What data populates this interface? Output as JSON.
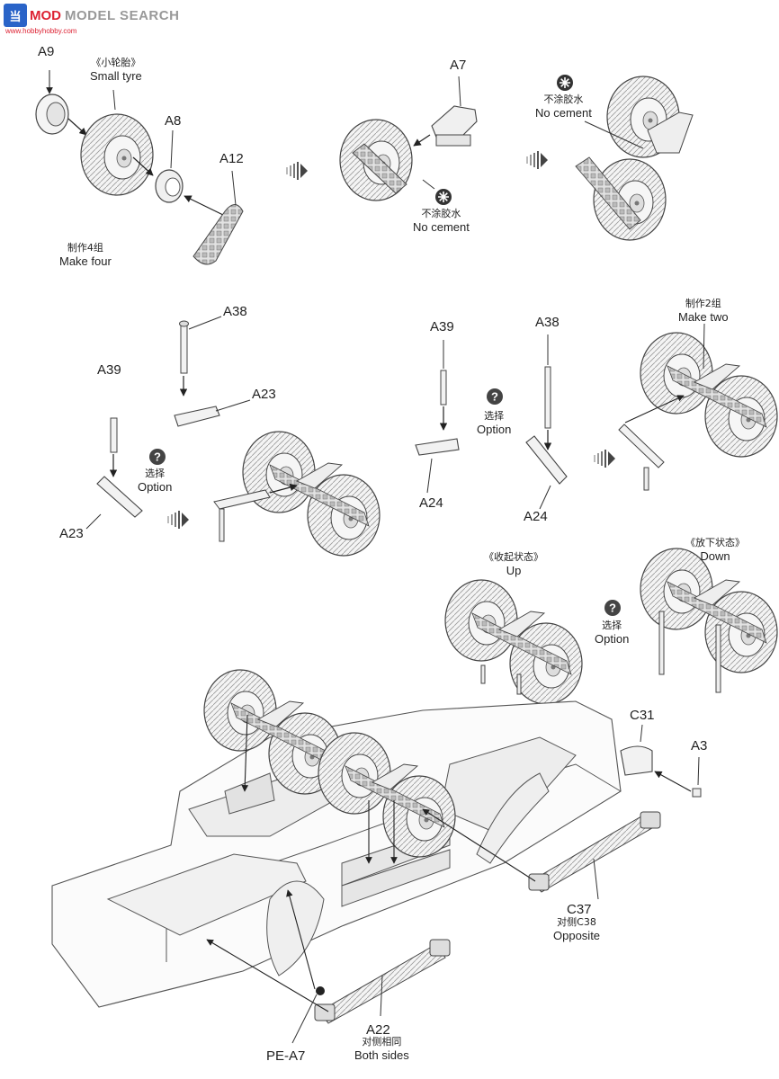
{
  "watermark": {
    "logo_text": "当",
    "brand_red": "MOD",
    "brand_gray": "MODEL SEARCH",
    "url": "www.hobbyhobby.com"
  },
  "step1": {
    "part_a9": "A9",
    "small_tyre_cn": "《小轮胎》",
    "small_tyre_en": "Small tyre",
    "part_a8": "A8",
    "part_a12": "A12",
    "make_four_cn": "制作4组",
    "make_four_en": "Make four"
  },
  "step2": {
    "part_a7": "A7",
    "no_cement_cn": "不涂胶水",
    "no_cement_en": "No cement"
  },
  "step3": {
    "no_cement_cn": "不涂胶水",
    "no_cement_en": "No cement"
  },
  "step4": {
    "part_a38": "A38",
    "part_a39": "A39",
    "part_a23_top": "A23",
    "part_a23_bottom": "A23",
    "option_cn": "选择",
    "option_en": "Option"
  },
  "step5": {
    "part_a39": "A39",
    "part_a38": "A38",
    "part_a24_left": "A24",
    "part_a24_right": "A24",
    "option_cn": "选择",
    "option_en": "Option",
    "make_two_cn": "制作2组",
    "make_two_en": "Make two"
  },
  "step6": {
    "up_cn": "《收起状态》",
    "up_en": "Up",
    "down_cn": "《放下状态》",
    "down_en": "Down",
    "option_cn": "选择",
    "option_en": "Option"
  },
  "step7": {
    "part_c31": "C31",
    "part_a3": "A3",
    "part_c37": "C37",
    "opposite_cn": "对侧C38",
    "opposite_en": "Opposite",
    "part_a22": "A22",
    "both_sides_cn": "对侧相同",
    "both_sides_en": "Both sides",
    "part_pe_a7": "PE-A7"
  },
  "colors": {
    "line": "#444444",
    "fill": "#f2f2f2",
    "tread": "#bdbdbd",
    "arrow": "#222222"
  }
}
